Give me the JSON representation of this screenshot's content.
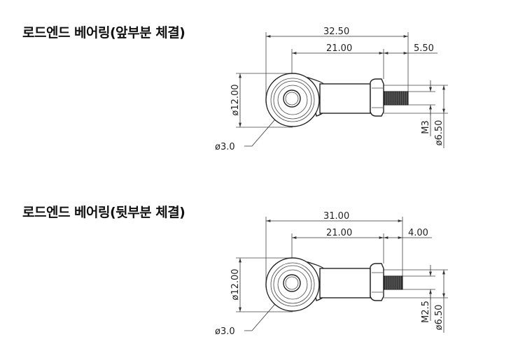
{
  "sections": [
    {
      "title": "로드엔드 베어링(앞부분 체결)",
      "overall": "32.50",
      "center_to_nut": "21.00",
      "thread_length": "5.50",
      "eye_diameter": "ø12.00",
      "bore": "ø3.0",
      "thread": "M3",
      "body_diameter": "ø6.50"
    },
    {
      "title": "로드엔드 베어링(뒷부분 체결)",
      "overall": "31.00",
      "center_to_nut": "21.00",
      "thread_length": "4.00",
      "eye_diameter": "ø12.00",
      "bore": "ø3.0",
      "thread": "M2.5",
      "body_diameter": "ø6.50"
    }
  ]
}
